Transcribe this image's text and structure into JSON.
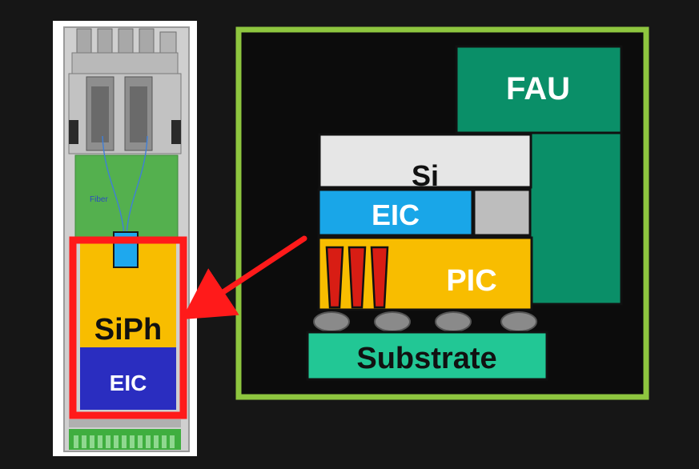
{
  "module": {
    "siph_label": "SiPh",
    "eic_label": "EIC",
    "fiber_tag": "Fiber"
  },
  "cross_section": {
    "fau_label": "FAU",
    "si_label": "Si",
    "eic_label": "EIC",
    "pic_label": "PIC",
    "substrate_label": "Substrate"
  },
  "colors": {
    "background": "#161616",
    "frame_green": "#8ec63f",
    "highlight_red": "#ff1a1a",
    "fau": "#0a8f68",
    "si": "#e6e6e6",
    "eic_blue": "#19a6e8",
    "eic_dark": "#2a2dc0",
    "gray_block": "#bdbdbd",
    "pic": "#f8bd00",
    "substrate": "#22c795",
    "module_green": "#54b04e",
    "via_red": "#d81d14"
  }
}
